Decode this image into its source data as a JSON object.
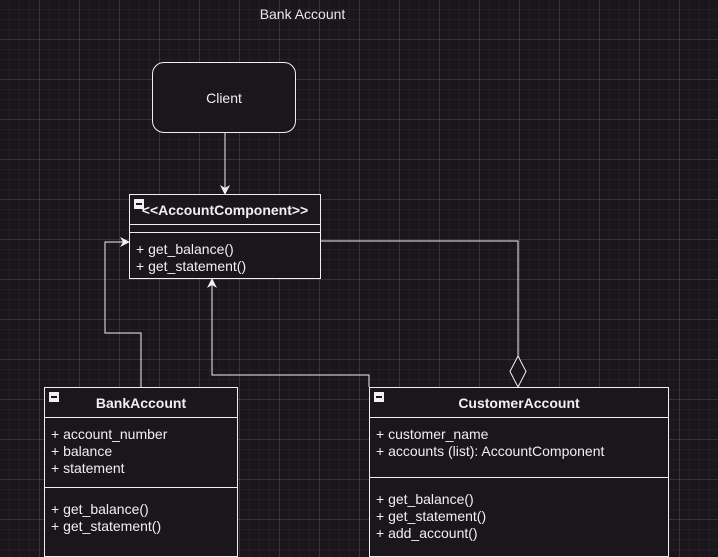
{
  "title": "Bank Account",
  "client": {
    "label": "Client"
  },
  "account_component": {
    "name": "<<AccountComponent>>",
    "attributes": [],
    "methods": [
      "+ get_balance()",
      "+ get_statement()"
    ]
  },
  "bank_account": {
    "name": "BankAccount",
    "attributes": [
      "+ account_number",
      "+ balance",
      "+ statement"
    ],
    "methods": [
      "+ get_balance()",
      "+ get_statement()"
    ]
  },
  "customer_account": {
    "name": "CustomerAccount",
    "attributes": [
      "+ customer_name",
      "+ accounts (list): AccountComponent"
    ],
    "methods": [
      "+ get_balance()",
      "+ get_statement()",
      "+ add_account()"
    ]
  }
}
